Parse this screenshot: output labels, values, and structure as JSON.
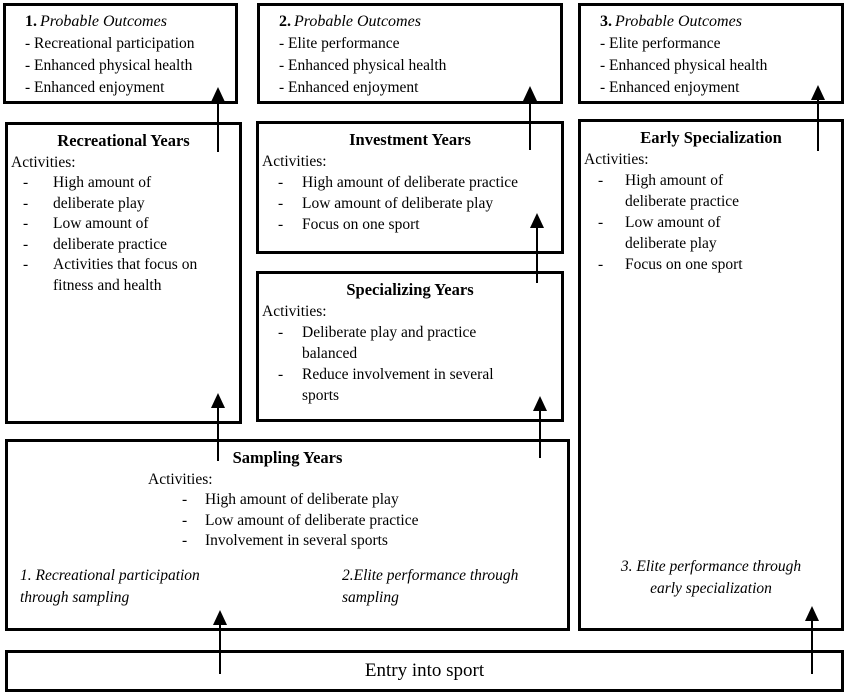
{
  "outcomes": [
    {
      "number": "1.",
      "heading": "Probable Outcomes",
      "items": [
        "- Recreational participation",
        "- Enhanced physical health",
        "- Enhanced enjoyment"
      ]
    },
    {
      "number": "2.",
      "heading": "Probable Outcomes",
      "items": [
        "- Elite performance",
        "- Enhanced physical health",
        "- Enhanced enjoyment"
      ]
    },
    {
      "number": "3.",
      "heading": "Probable Outcomes",
      "items": [
        "- Elite performance",
        "- Enhanced physical health",
        "- Enhanced enjoyment"
      ]
    }
  ],
  "stages": {
    "recreational": {
      "title": "Recreational Years",
      "activities_label": "Activities:",
      "bullets": [
        "High amount of",
        "deliberate play",
        "Low amount of",
        "deliberate practice",
        "Activities that focus on\nfitness and health"
      ]
    },
    "investment": {
      "title": "Investment Years",
      "activities_label": "Activities:",
      "bullets": [
        "High amount of deliberate practice",
        "Low amount of deliberate play",
        "Focus on one sport"
      ]
    },
    "specializing": {
      "title": "Specializing Years",
      "activities_label": "Activities:",
      "bullets": [
        "Deliberate play and practice\nbalanced",
        "Reduce involvement in several\nsports"
      ]
    },
    "early_specialization": {
      "title": "Early Specialization",
      "activities_label": "Activities:",
      "bullets": [
        "High amount of\ndeliberate practice",
        "Low amount of\ndeliberate play",
        "Focus on one sport"
      ]
    },
    "sampling": {
      "title": "Sampling Years",
      "activities_label": "Activities:",
      "bullets": [
        "High amount of deliberate play",
        "Low amount of deliberate practice",
        "Involvement in several sports"
      ]
    }
  },
  "pathways": {
    "p1": "1. Recreational participation\nthrough sampling",
    "p2": "2.Elite performance through\nsampling",
    "p3": "3. Elite performance through\nearly specialization"
  },
  "entry_label": "Entry into sport",
  "colors": {
    "ink": "#000000",
    "background": "#ffffff"
  }
}
